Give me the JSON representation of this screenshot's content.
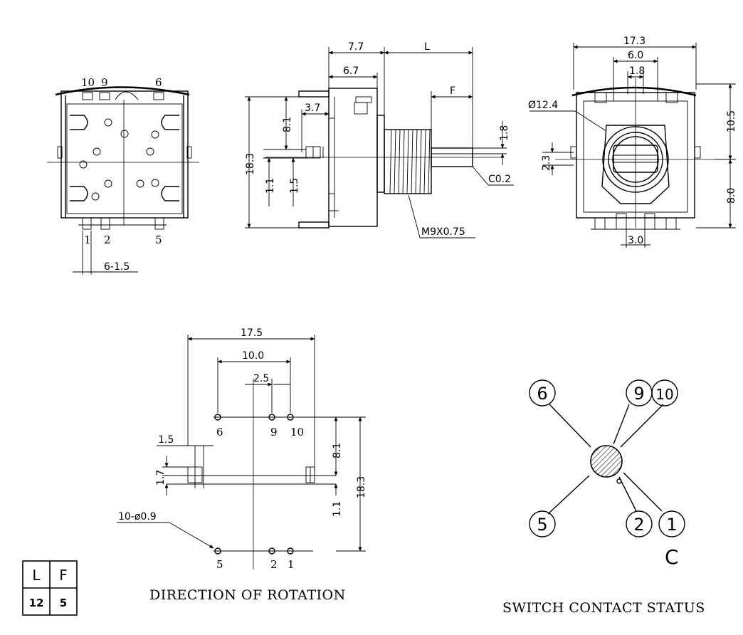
{
  "front_view": {
    "pin_labels_top": [
      "10",
      "9",
      "6"
    ],
    "pin_labels_bottom": [
      "1",
      "2",
      "5"
    ],
    "pitch": "6-1.5"
  },
  "side_view": {
    "dim_7_7": "7.7",
    "dim_L": "L",
    "dim_6_7": "6.7",
    "dim_F": "F",
    "dim_3_7": "3.7",
    "dim_8_1": "8.1",
    "dim_18_3": "18.3",
    "dim_1_8": "1.8",
    "dim_1_1": "1.1",
    "dim_1_5": "1.5",
    "chamfer": "C0.2",
    "thread": "M9X0.75"
  },
  "end_view": {
    "dim_17_3": "17.3",
    "dim_6_0": "6.0",
    "dim_1_8": "1.8",
    "diameter": "Ø12.4",
    "dim_10_5": "10.5",
    "dim_2_3": "2.3",
    "dim_8_0": "8.0",
    "dim_3_0": "3.0"
  },
  "footprint": {
    "dim_17_5": "17.5",
    "dim_10_0": "10.0",
    "dim_2_5": "2.5",
    "dim_1_5": "1.5",
    "dim_1_7": "1.7",
    "dim_8_1": "8.1",
    "dim_18_3": "18.3",
    "dim_1_1": "1.1",
    "holes": "10-ø0.9",
    "pin_labels_top": [
      "6",
      "9",
      "10"
    ],
    "pin_labels_bottom": [
      "5",
      "2",
      "1"
    ],
    "caption": "DIRECTION OF ROTATION"
  },
  "switch": {
    "contacts": [
      "6",
      "9",
      "10",
      "5",
      "2",
      "1"
    ],
    "state": "C",
    "caption": "SWITCH CONTACT STATUS"
  },
  "table": {
    "headers": [
      "L",
      "F"
    ],
    "values": [
      "12",
      "5"
    ]
  }
}
